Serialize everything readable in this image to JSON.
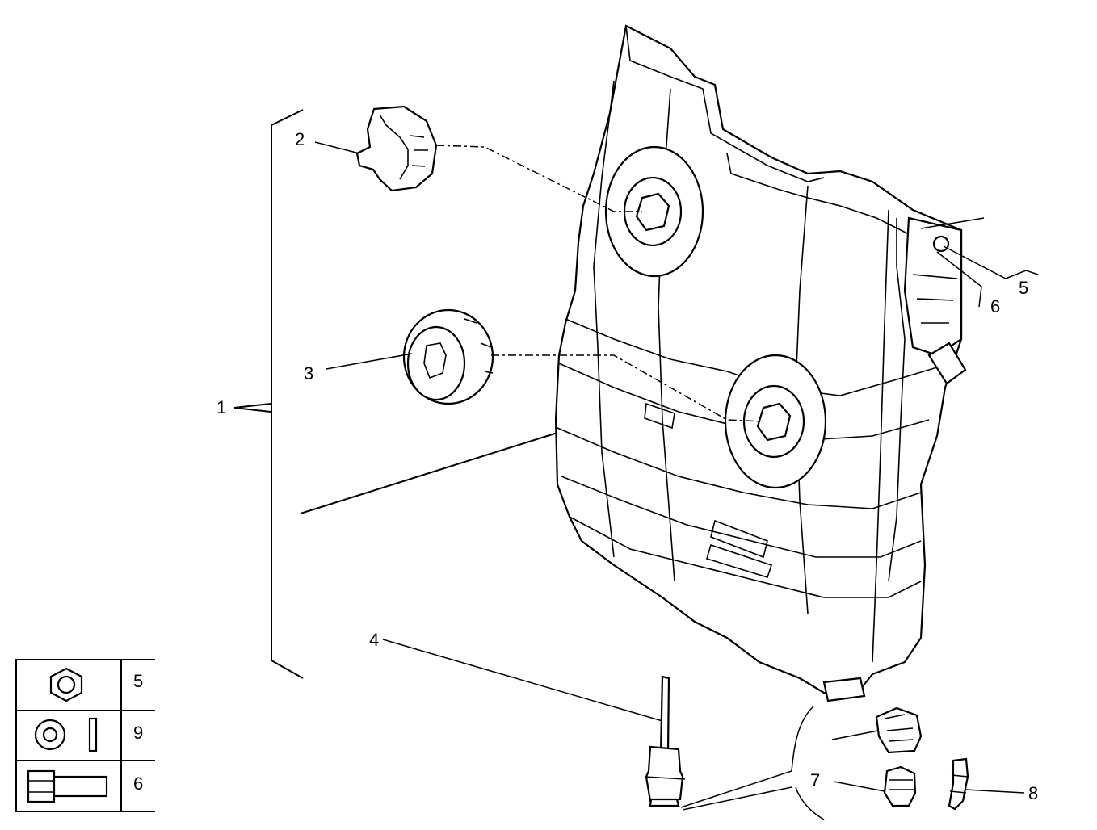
{
  "callouts": {
    "c1": "1",
    "c2": "2",
    "c3": "3",
    "c4": "4",
    "c5": "5",
    "c6": "6",
    "c7": "7",
    "c8": "8"
  },
  "legend": {
    "rows": [
      {
        "icon": "hex-nut-icon",
        "number": "5"
      },
      {
        "icon": "washer-icon",
        "number": "9"
      },
      {
        "icon": "bolt-icon",
        "number": "6"
      }
    ]
  }
}
